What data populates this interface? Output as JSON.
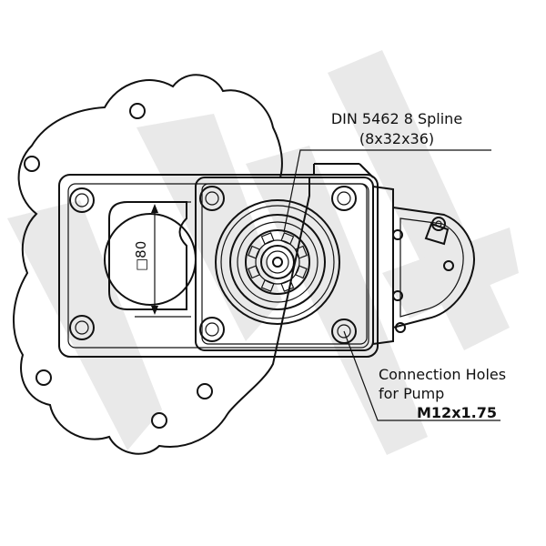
{
  "callouts": {
    "spline": {
      "title": "DIN 5462 8 Spline",
      "spec": "(8x32x36)"
    },
    "holes": {
      "line1": "Connection Holes",
      "line2": "for Pump",
      "thread": "M12x1.75"
    }
  },
  "dimension": {
    "label": "□80"
  },
  "colors": {
    "line": "#111111",
    "watermark": "#e9e9e9",
    "background": "#ffffff"
  }
}
